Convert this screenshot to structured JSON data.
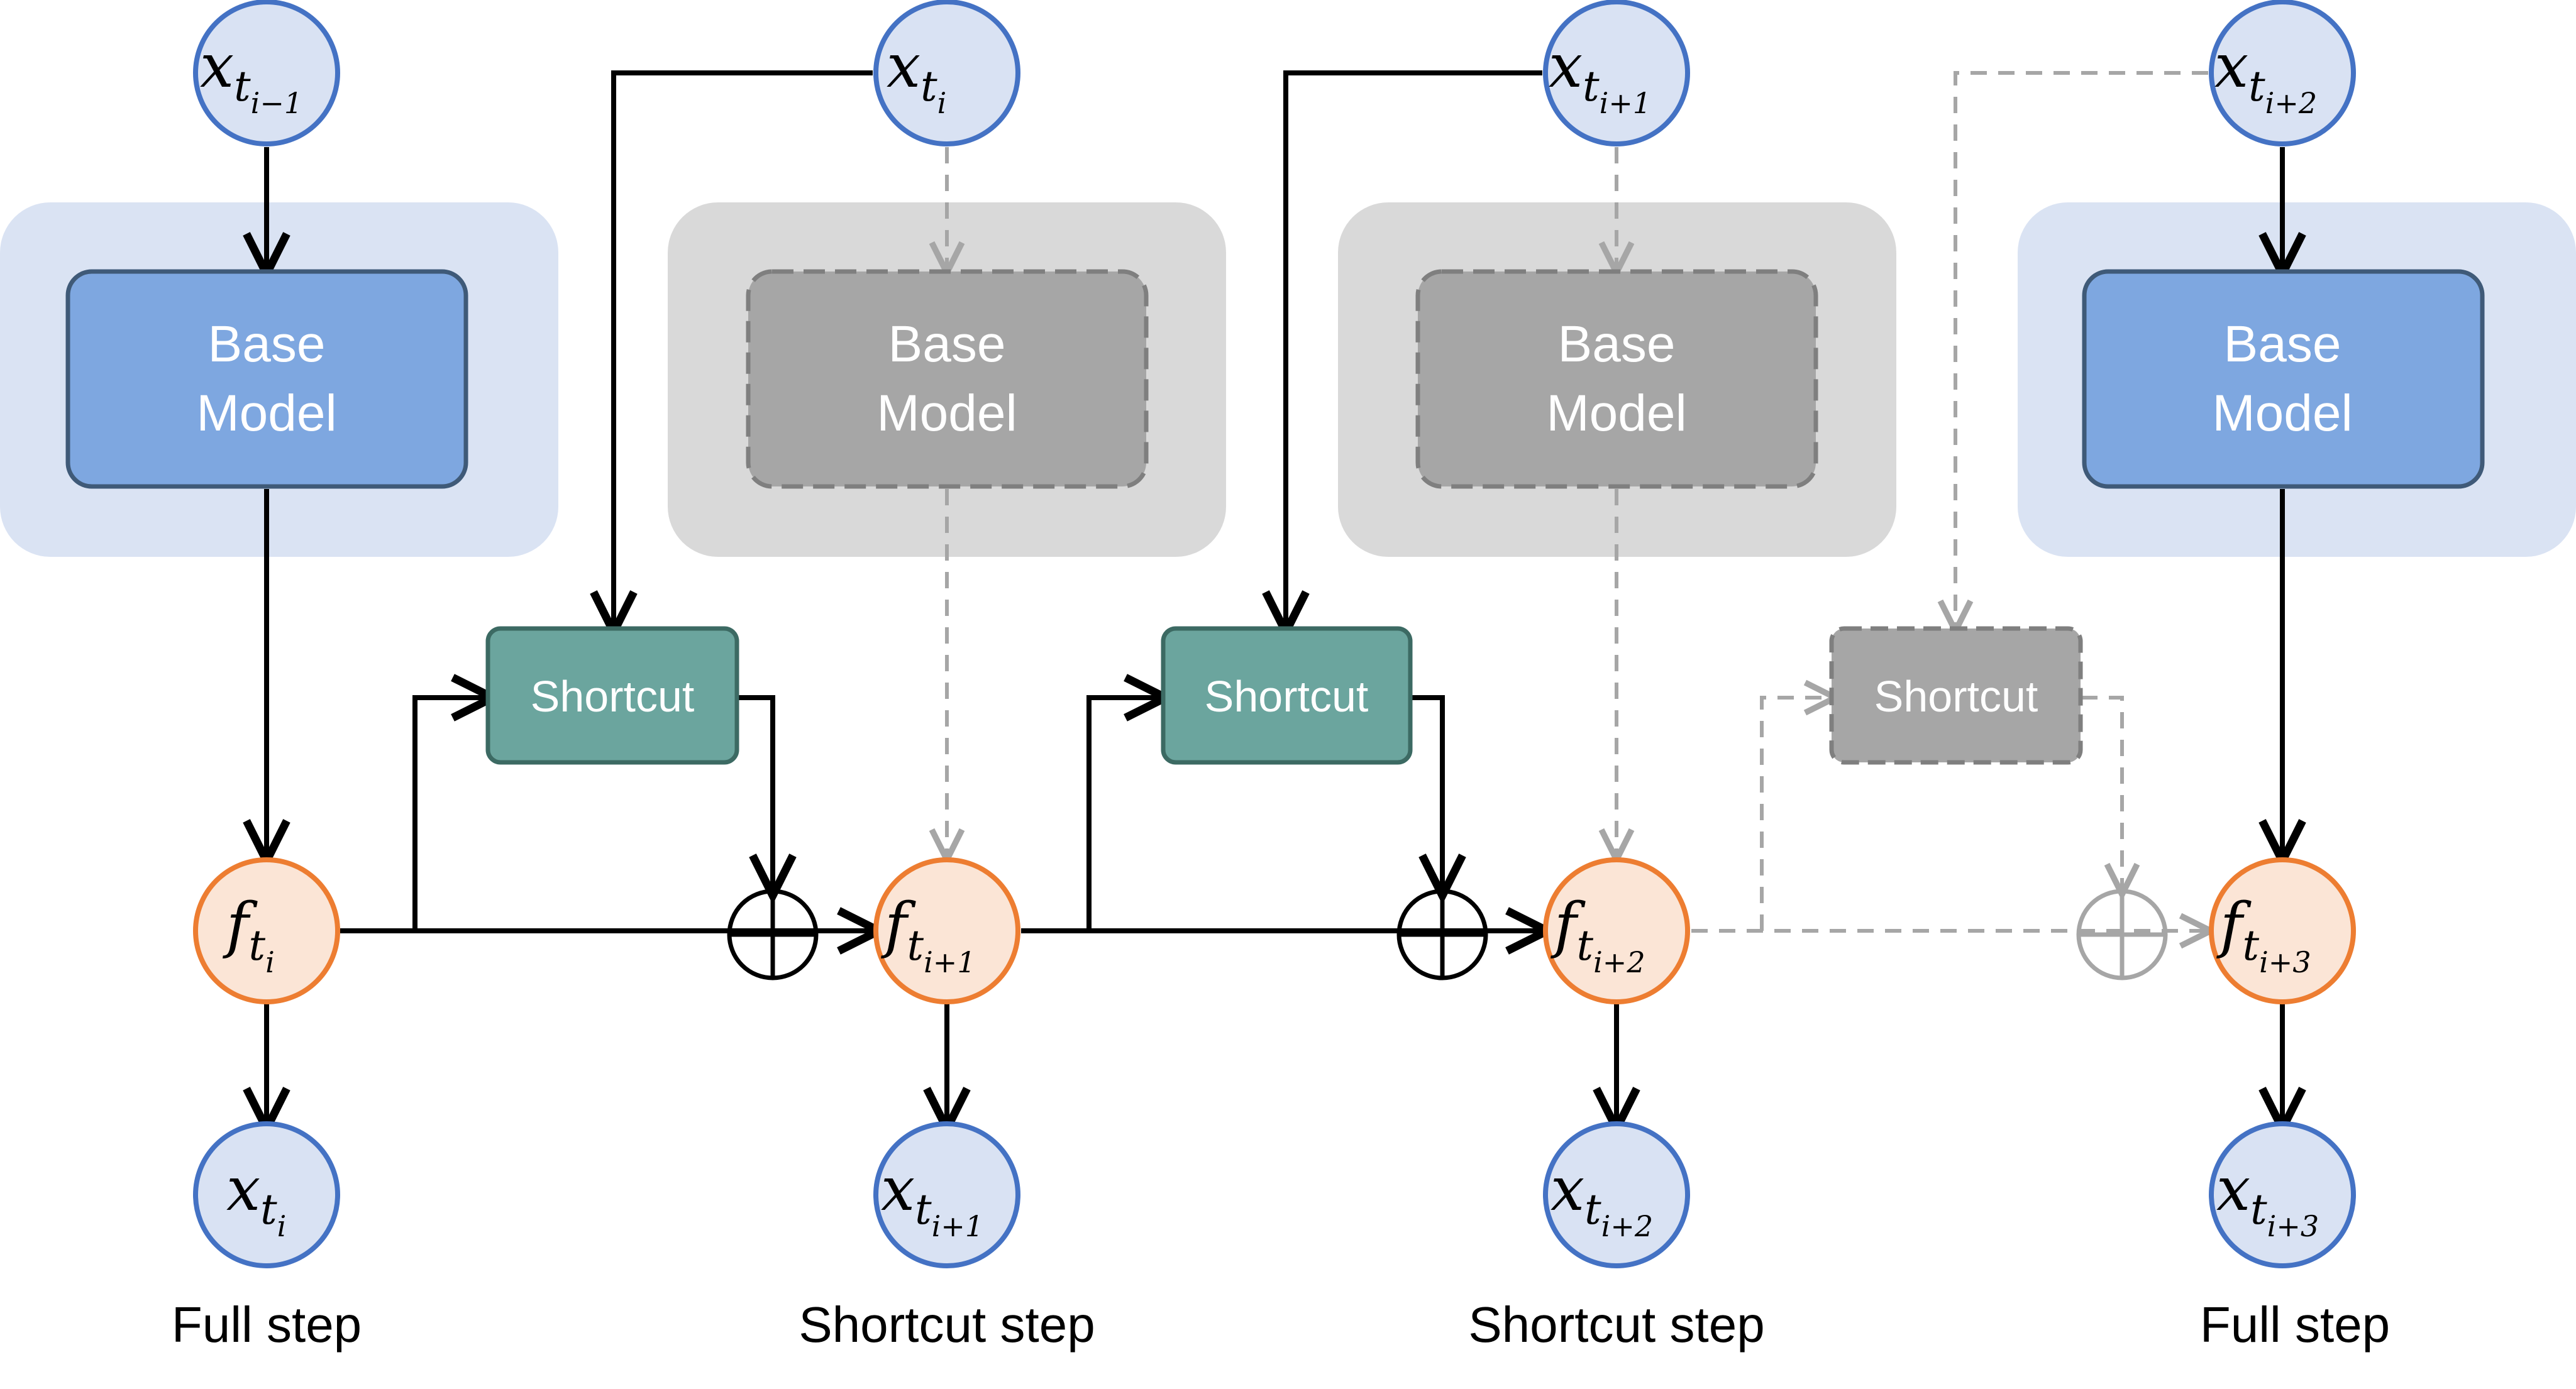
{
  "colors": {
    "blue_panel": "#dae3f3",
    "blue_box": "#7ea7e0",
    "blue_border": "#3f5a78",
    "gray_panel": "#d9d9d9",
    "gray_box": "#a6a6a6",
    "gray_border": "#7f7f7f",
    "teal_box": "#6ba59e",
    "teal_border": "#3c6a63",
    "x_node_fill": "#d9e2f3",
    "x_node_border": "#4472c4",
    "f_node_fill": "#fbe5d6",
    "f_node_border": "#ed7d31",
    "active_line": "#000000",
    "skipped_line": "#a6a6a6"
  },
  "labels": {
    "base_model_line1": "Base",
    "base_model_line2": "Model",
    "shortcut": "Shortcut"
  },
  "x_nodes_top": [
    {
      "base": "x",
      "sub": "t",
      "subsub": "i−1"
    },
    {
      "base": "x",
      "sub": "t",
      "subsub": "i"
    },
    {
      "base": "x",
      "sub": "t",
      "subsub": "i+1"
    },
    {
      "base": "x",
      "sub": "t",
      "subsub": "i+2"
    }
  ],
  "f_nodes": [
    {
      "base": "f",
      "sub": "t",
      "subsub": "i"
    },
    {
      "base": "f",
      "sub": "t",
      "subsub": "i+1"
    },
    {
      "base": "f",
      "sub": "t",
      "subsub": "i+2"
    },
    {
      "base": "f",
      "sub": "t",
      "subsub": "i+3"
    }
  ],
  "x_nodes_bottom": [
    {
      "base": "x",
      "sub": "t",
      "subsub": "i"
    },
    {
      "base": "x",
      "sub": "t",
      "subsub": "i+1"
    },
    {
      "base": "x",
      "sub": "t",
      "subsub": "i+2"
    },
    {
      "base": "x",
      "sub": "t",
      "subsub": "i+3"
    }
  ],
  "steps": [
    "Full step",
    "Shortcut step",
    "Shortcut step",
    "Full step"
  ]
}
